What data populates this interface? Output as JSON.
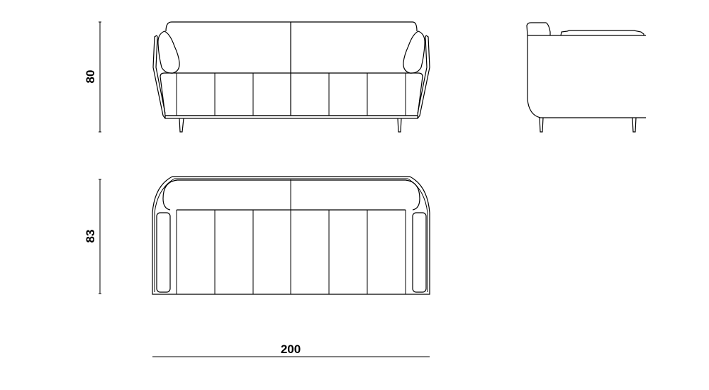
{
  "dimensions": {
    "height": "80",
    "depth": "83",
    "width": "200"
  },
  "colors": {
    "line": "#000000",
    "background": "#ffffff"
  }
}
